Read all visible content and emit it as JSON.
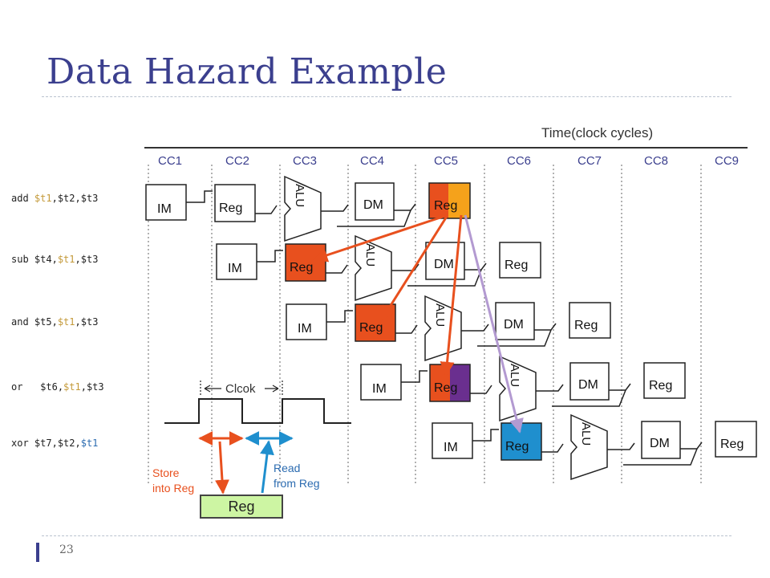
{
  "title": "Data Hazard Example",
  "page_number": "23",
  "time_label": "Time(clock cycles)",
  "cycles": [
    "CC1",
    "CC2",
    "CC3",
    "CC4",
    "CC5",
    "CC6",
    "CC7",
    "CC8",
    "CC9"
  ],
  "instructions": [
    {
      "op": "add",
      "dst": "$t1",
      "rest": ",$t2,$t3"
    },
    {
      "op": "sub",
      "pre": "$t4,",
      "hl": "$t1",
      "rest": ",$t3"
    },
    {
      "op": "and",
      "pre": "$t5,",
      "hl": "$t1",
      "rest": ",$t3"
    },
    {
      "op": "or ",
      "pre": " $t6,",
      "hl": "$t1",
      "rest": ",$t3"
    },
    {
      "op": "xor",
      "pre": "$t7,$t2,",
      "hl": "$t1",
      "rest": ""
    }
  ],
  "stages": {
    "im": "IM",
    "reg": "Reg",
    "alu": "ALU",
    "dm": "DM"
  },
  "clock_label": "Clcok",
  "store_label": [
    "Store",
    "into Reg"
  ],
  "read_label": [
    "Read",
    "from Reg"
  ],
  "reg_box_label": "Reg",
  "colors": {
    "title": "#3b3f8e",
    "write_half": "#e8501e",
    "write_half_alt": "#f5a21b",
    "read_red": "#e8501e",
    "read_purple": "#6a2f8f",
    "read_blue": "#1f8fce",
    "forward_arrow": "#e8501e",
    "purple_arrow": "#b39ad1",
    "reg_box": "#cdf5a3"
  }
}
